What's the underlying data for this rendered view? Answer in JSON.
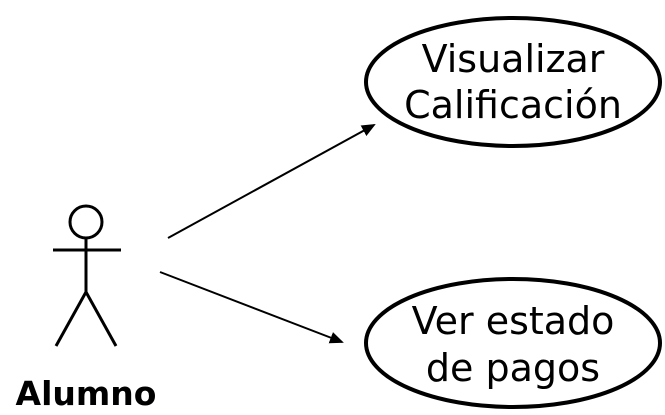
{
  "diagram": {
    "type": "use-case",
    "actor": {
      "label": "Alumno"
    },
    "use_cases": [
      {
        "line1": "Visualizar",
        "line2": "Calificación"
      },
      {
        "line1": "Ver estado",
        "line2": "de pagos"
      }
    ],
    "colors": {
      "stroke": "#000000",
      "background": "#ffffff"
    }
  }
}
